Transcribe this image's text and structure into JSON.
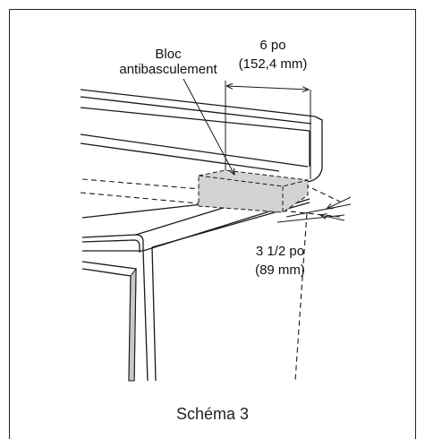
{
  "figure": {
    "label_block_line1": "Bloc",
    "label_block_line2": "antibasculement",
    "dim_width_line1": "6 po",
    "dim_width_line2": "(152,4 mm)",
    "dim_depth_line1": "3 1/2 po",
    "dim_depth_line2": "(89 mm)",
    "caption": "Schéma 3",
    "colors": {
      "line": "#1a1a1a",
      "block_fill": "#d3d3d3",
      "gasket_fill": "#c8c8c8"
    }
  }
}
